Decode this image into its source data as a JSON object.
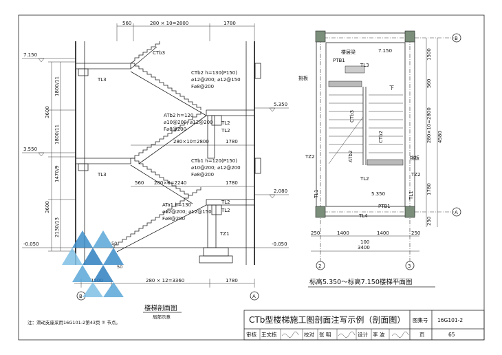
{
  "section": {
    "top_dims": [
      "560",
      "280 × 10=2800",
      "1780"
    ],
    "bottom_dims": [
      "1500",
      "280 × 12=3360",
      "1780"
    ],
    "mid_dims_1": [
      "280×10=2800",
      "1780"
    ],
    "mid_dims_2": [
      "560",
      "280×8=2240",
      "1780"
    ],
    "left_dims": [
      "3600",
      "1800/11",
      "1800/11",
      "1470/9",
      "3600",
      "2130/13"
    ],
    "levels": [
      "7.150",
      "5.350",
      "3.550",
      "2.080",
      "-0.050",
      "-0.050"
    ],
    "beam_labels": [
      "TL3",
      "TL2",
      "TL2",
      "TL3",
      "TL2",
      "TL2",
      "TZ1"
    ],
    "stair_labels": [
      "CTb3",
      "CTb2  h=130(P150)",
      "⌀12@200; ⌀12@150",
      "F⌀8@200",
      "ATb2  h=120",
      "⌀10@200; ⌀12@200",
      "F⌀8@200",
      "CTb1  h=120(P150)",
      "⌀10@200; ⌀12@200",
      "F⌀8@200",
      "ATa1  h=130",
      "⌀12@200; ⌀12@150",
      "F⌀8@200"
    ],
    "misc": [
      "50",
      "50"
    ],
    "axes": [
      "B",
      "A"
    ],
    "title": "楼梯剖面图",
    "subtitle": "局部示意",
    "note": "注：滑动支座采用16G101-2第43页 ② 节点。"
  },
  "plan": {
    "axes_right": [
      "B",
      "A"
    ],
    "axes_bottom": [
      "2",
      "3"
    ],
    "right_dims": [
      "1500",
      "560",
      "280×10=2800",
      "4580",
      "1780",
      "250"
    ],
    "bottom_dims": [
      "250",
      "1400",
      "100",
      "1400",
      "250"
    ],
    "bottom_total": "3400",
    "labels": [
      "楼层梁",
      "7.150",
      "PTB1",
      "TL3",
      "挑板",
      "下",
      "CTb3",
      "ATb2",
      "CTb2",
      "TZ2",
      "挑板",
      "TL2",
      "TZ2",
      "TL1",
      "TL1",
      "5.350",
      "PTB1",
      "TL4"
    ],
    "title": "标高5.350～标高7.150楼梯平面图"
  },
  "title_block": {
    "main_title": "CTb型楼梯施工图剖面注写示例（剖面图）",
    "atlas_label": "图集号",
    "atlas_no": "16G101-2",
    "row2": [
      "审核",
      "王文栋",
      "校对",
      "张  明",
      "设计",
      "李  波",
      "页"
    ],
    "page": "65"
  }
}
